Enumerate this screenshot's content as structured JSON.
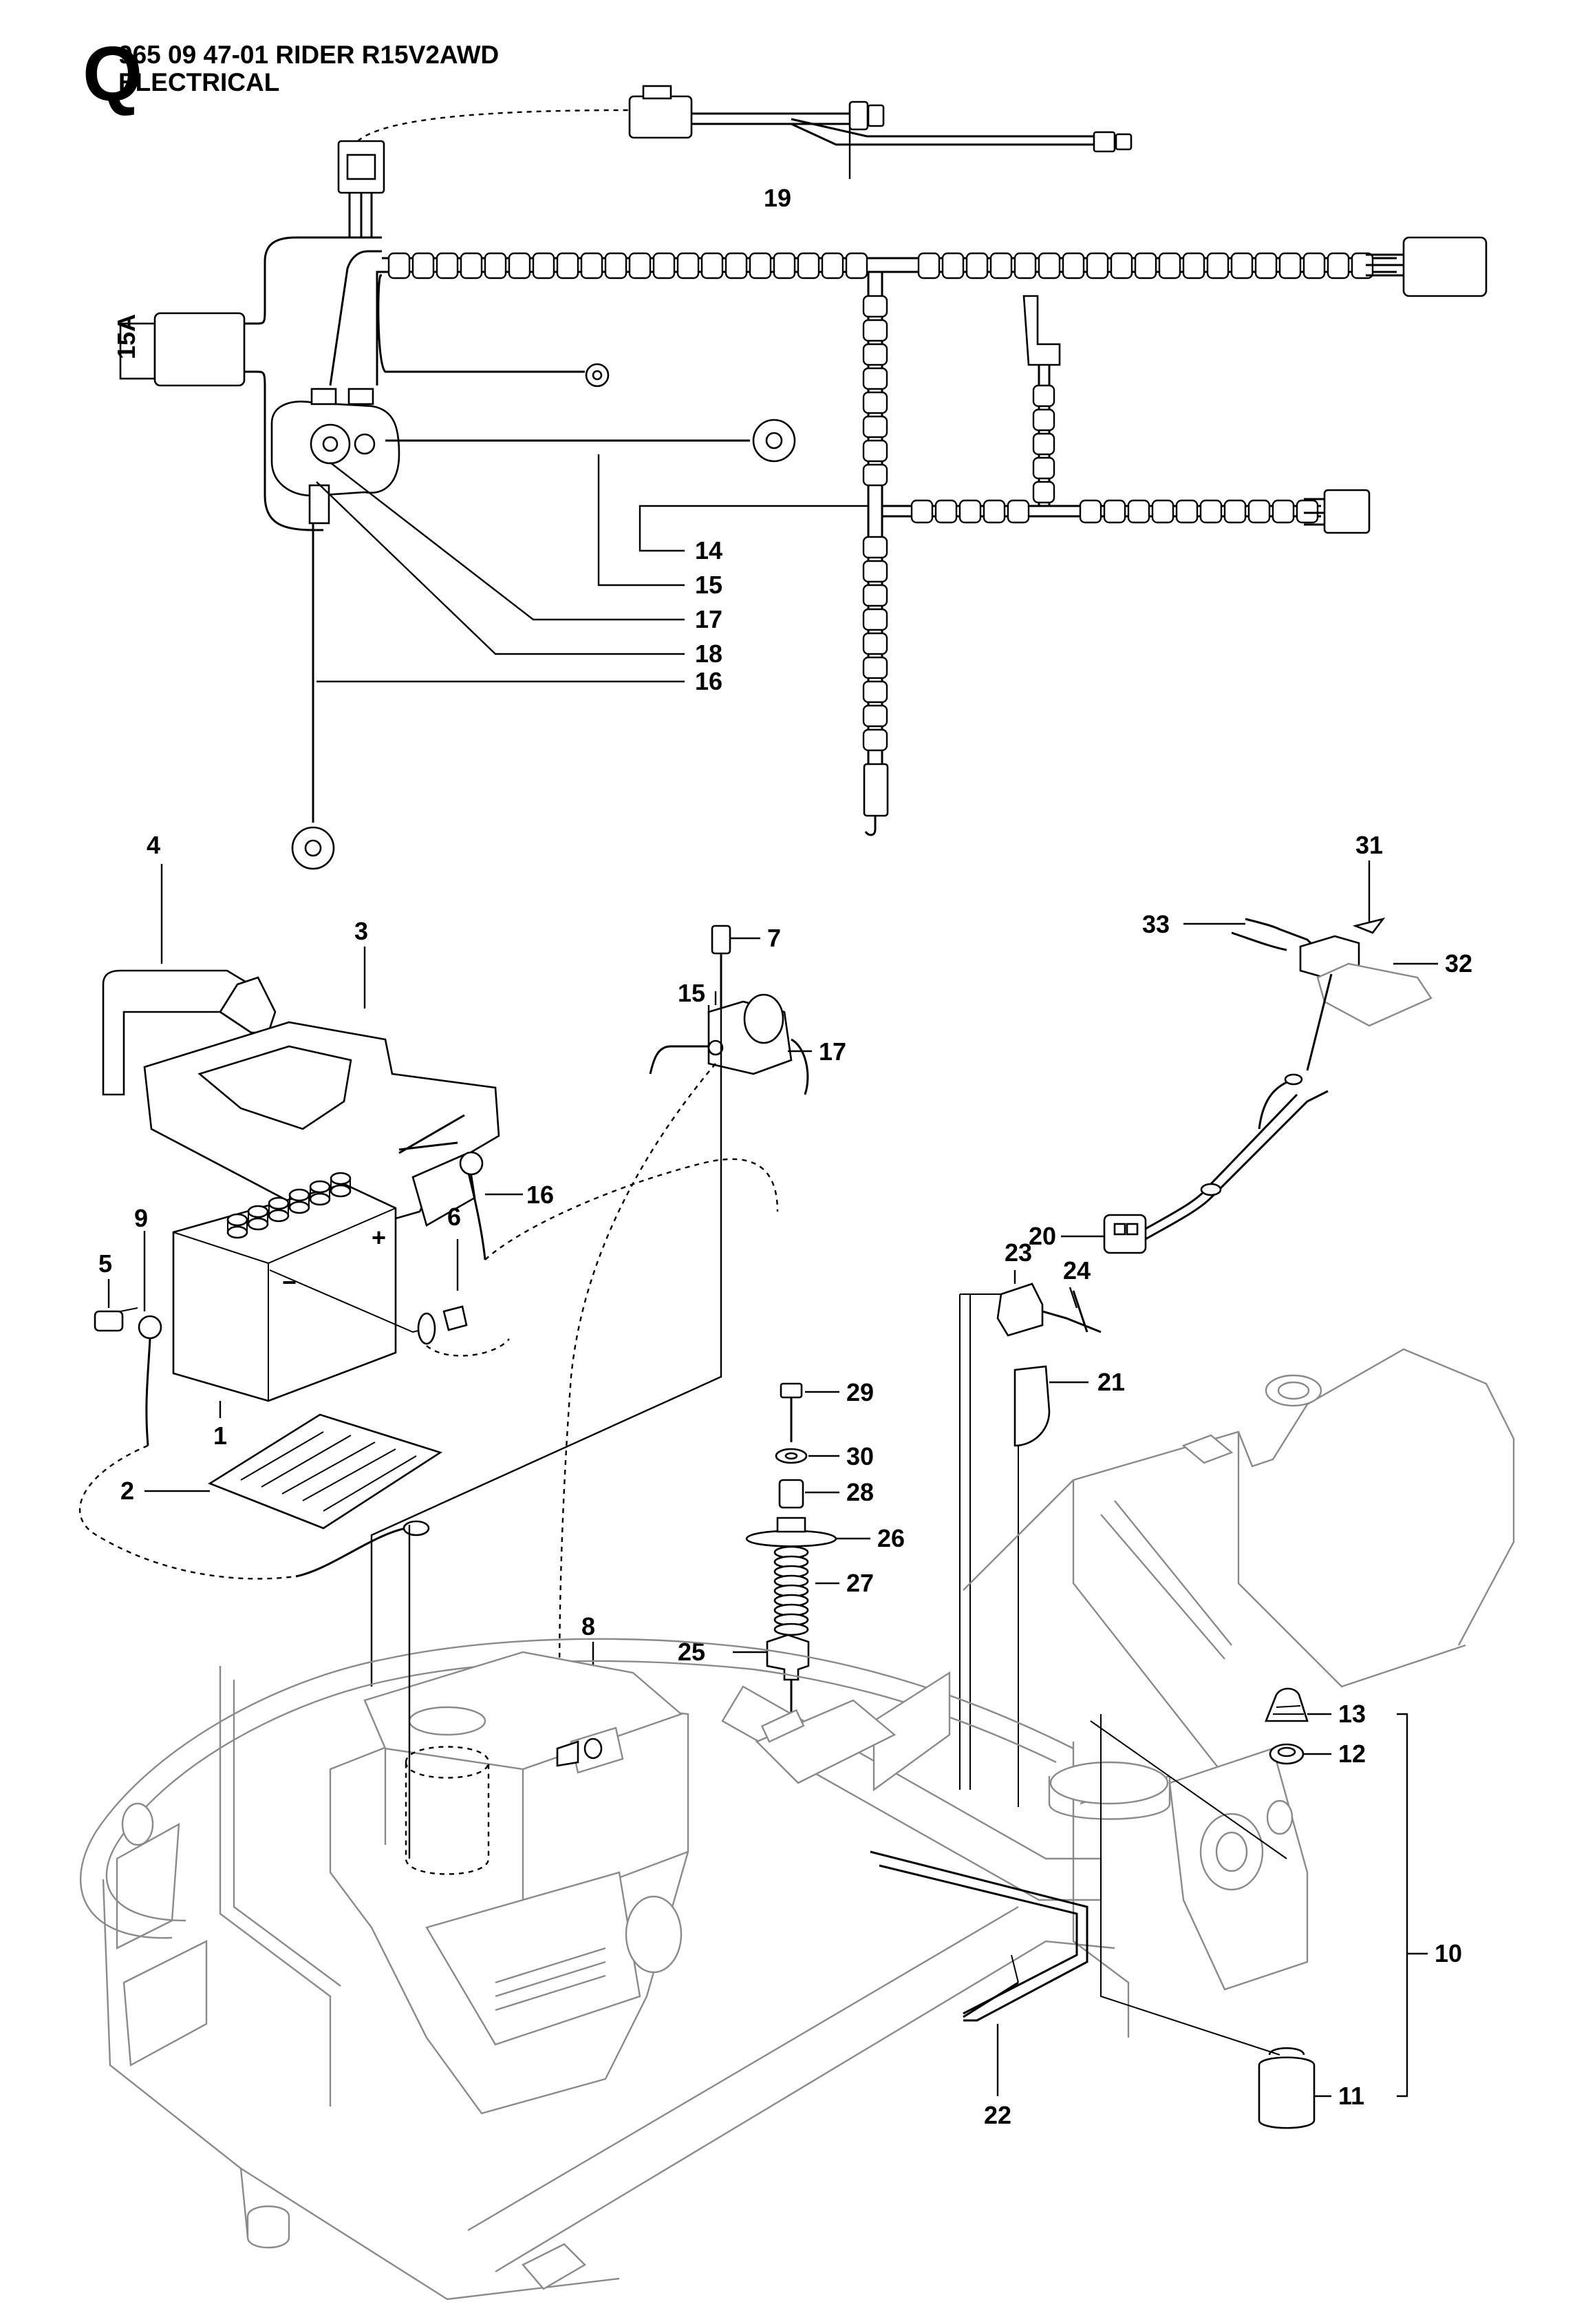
{
  "header": {
    "section_letter": "Q",
    "line1": "965 09 47-01 RIDER R15V2AWD",
    "line2": "ELECTRICAL"
  },
  "fuse_label": "15A",
  "terminal_plus": "+",
  "terminal_minus": "−",
  "callouts": {
    "c1": "1",
    "c2": "2",
    "c3": "3",
    "c4": "4",
    "c5": "5",
    "c6": "6",
    "c7": "7",
    "c8": "8",
    "c9": "9",
    "c10": "10",
    "c11": "11",
    "c12": "12",
    "c13": "13",
    "c14": "14",
    "c15": "15",
    "c15b": "15",
    "c16": "16",
    "c16b": "16",
    "c17": "17",
    "c17b": "17",
    "c18": "18",
    "c19": "19",
    "c20": "20",
    "c21": "21",
    "c22": "22",
    "c23": "23",
    "c24": "24",
    "c25": "25",
    "c26": "26",
    "c27": "27",
    "c28": "28",
    "c29": "29",
    "c30": "30",
    "c31": "31",
    "c32": "32",
    "c33": "33"
  }
}
